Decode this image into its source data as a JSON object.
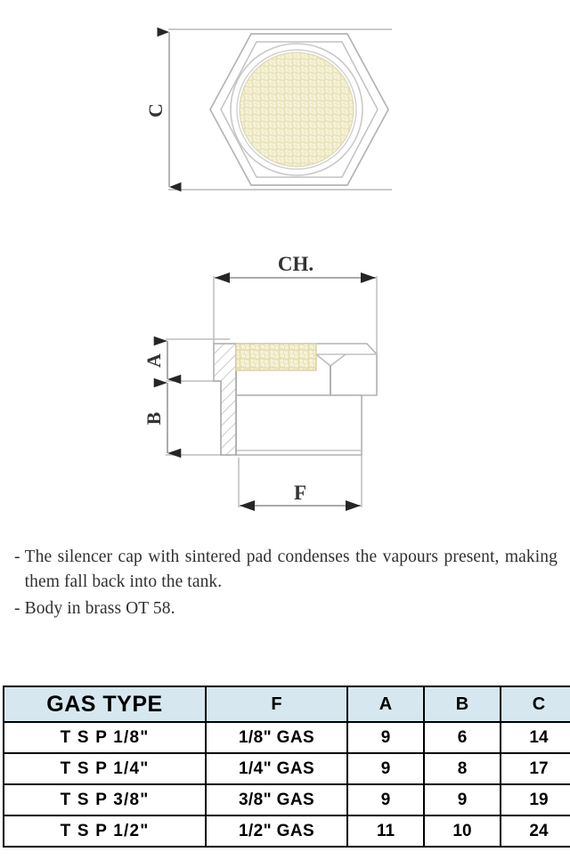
{
  "front_view": {
    "name": "front-view",
    "dimension_labels": [
      {
        "id": "C",
        "label": "C",
        "orientation": "vertical"
      }
    ],
    "pad_fill": "#f4f0d6",
    "pad_dot": "#e6e0b4",
    "outline_color": "#b8b8b8"
  },
  "section_view": {
    "name": "section-view",
    "dimension_labels": [
      {
        "id": "CH",
        "label": "CH.",
        "orientation": "horizontal"
      },
      {
        "id": "A",
        "label": "A",
        "orientation": "vertical"
      },
      {
        "id": "B",
        "label": "B",
        "orientation": "vertical"
      },
      {
        "id": "F",
        "label": "F",
        "orientation": "horizontal"
      }
    ],
    "pad_fill": "#f4f0d6",
    "pad_dot": "#e6e0b4",
    "outline_color": "#b0b0b0",
    "hatch_color": "#c0c0c0"
  },
  "description": {
    "items": [
      {
        "dash": "-",
        "text": "The silencer cap with sintered pad condenses the vapours present, making them fall back into the tank."
      },
      {
        "dash": "-",
        "text": "Body in brass OT 58."
      }
    ]
  },
  "spec_table": {
    "header_background": "#d6e7f0",
    "columns": [
      "GAS TYPE",
      "F",
      "A",
      "B",
      "C"
    ],
    "rows": [
      {
        "gas_type": "T S P  1/8\"",
        "f": "1/8\" GAS",
        "a": "9",
        "b": "6",
        "c": "14"
      },
      {
        "gas_type": "T S P  1/4\"",
        "f": "1/4\" GAS",
        "a": "9",
        "b": "8",
        "c": "17"
      },
      {
        "gas_type": "T S P  3/8\"",
        "f": "3/8\" GAS",
        "a": "9",
        "b": "9",
        "c": "19"
      },
      {
        "gas_type": "T S P  1/2\"",
        "f": "1/2\" GAS",
        "a": "11",
        "b": "10",
        "c": "24"
      }
    ]
  }
}
